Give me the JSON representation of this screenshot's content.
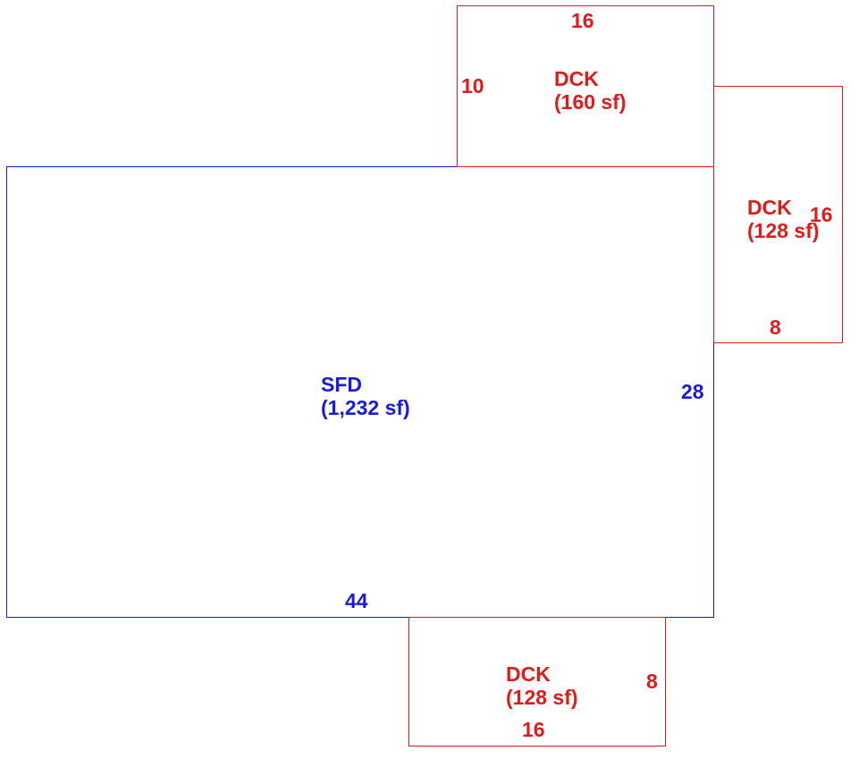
{
  "colors": {
    "house": "#1a1adc",
    "deck": "#e01b1b"
  },
  "house": {
    "label": "SFD",
    "area": "(1,232 sf)",
    "dim_right": "28",
    "dim_bottom": "44"
  },
  "deck_top": {
    "label": "DCK",
    "area": "(160 sf)",
    "dim_top": "16",
    "dim_left": "10"
  },
  "deck_right": {
    "label": "DCK",
    "area": "(128 sf)",
    "dim_side": "16",
    "dim_bottom": "8"
  },
  "deck_bottom": {
    "label": "DCK",
    "area": "(128 sf)",
    "dim_side": "8",
    "dim_bottom": "16"
  }
}
